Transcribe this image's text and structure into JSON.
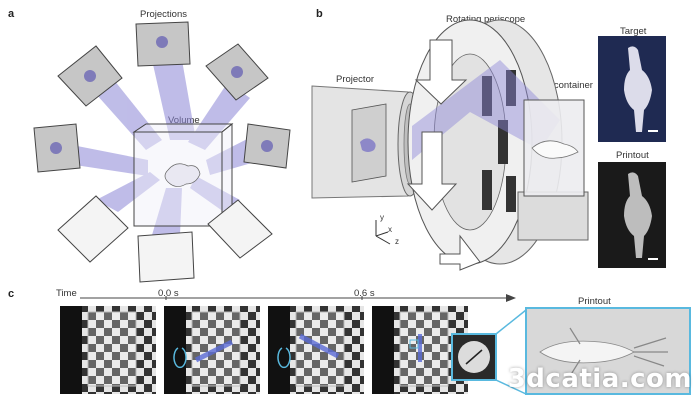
{
  "panel_a": {
    "letter": "a",
    "projections_label": "Projections",
    "volume_label": "Volume"
  },
  "panel_b": {
    "letter": "b",
    "rotating_periscope_label": "Rotating periscope",
    "projector_label": "Projector",
    "fixed_container_label": "Fixed container",
    "target_label": "Target",
    "printout_label": "Printout",
    "axis_labels": {
      "y": "y",
      "x": "x",
      "z": "z"
    }
  },
  "panel_c": {
    "letter": "c",
    "time_label": "Time",
    "t0_label": "0.0 s",
    "t1_label": "0.6 s",
    "printout_label": "Printout"
  },
  "watermark": {
    "text": "3dcatia.com"
  },
  "colors": {
    "beam": "#8b86d6",
    "accent_cyan": "#59b9df",
    "frame_gray": "#555555"
  }
}
